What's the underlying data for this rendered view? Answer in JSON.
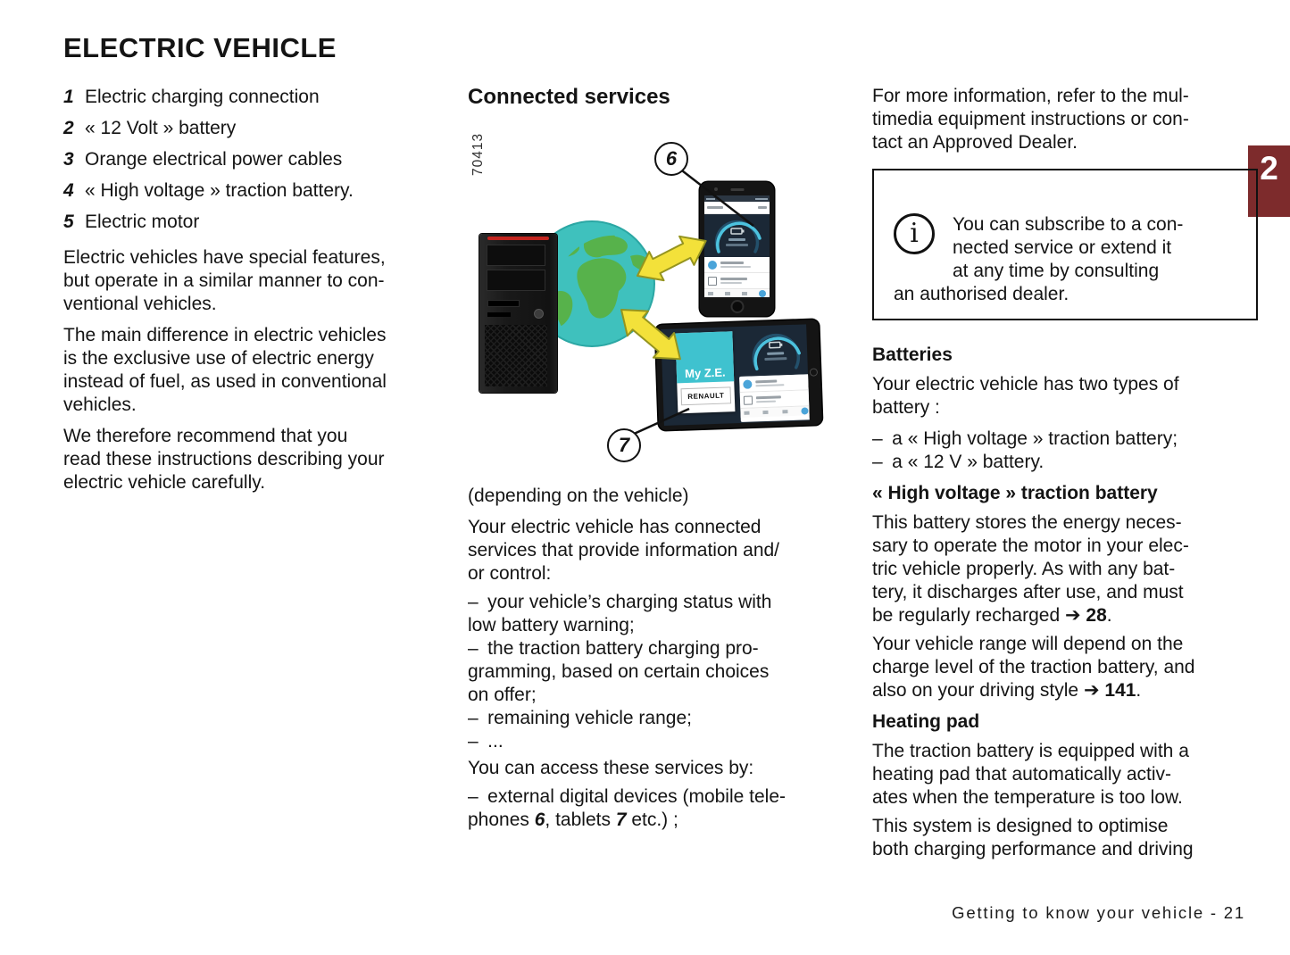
{
  "page": {
    "title": "ELECTRIC VEHICLE",
    "chapter_tab": "2",
    "footer": "Getting to know your vehicle - 21"
  },
  "colors": {
    "tab-red": "#7d2b2c",
    "ocean": "#3fc1bd",
    "land": "#57b24b",
    "arrow-yellow": "#f3e13a",
    "arrow-edge": "#95941f",
    "screen-navy": "#1b2836",
    "gauge-cyan": "#4cc2de",
    "card-teal": "#3fc2cf",
    "icon-blue": "#4aa4d9",
    "tower-red": "#c2251f"
  },
  "left": {
    "items": [
      {
        "num": "1",
        "text": "Electric charging connection"
      },
      {
        "num": "2",
        "text": "« 12 Volt » battery"
      },
      {
        "num": "3",
        "text": "Orange electrical power cables"
      },
      {
        "num": "4",
        "text": "« High voltage » traction battery."
      },
      {
        "num": "5",
        "text": "Electric motor"
      }
    ],
    "para1": "Electric vehicles have special features,\nbut operate in a similar manner to con-\nventional vehicles.",
    "para2": "The main difference in electric vehicles\nis the exclusive use of electric energy\ninstead of fuel, as used in conventional\nvehicles.",
    "para3": "We therefore recommend that you\nread these instructions describing your\nelectric vehicle carefully."
  },
  "middle": {
    "heading": "Connected services",
    "figure_number": "70413",
    "callout6": "6",
    "callout7": "7",
    "tablet_app_title": "My Z.E.",
    "tablet_brand": "RENAULT",
    "caption": "(depending on the vehicle)",
    "para1": "Your electric vehicle has connected\nservices that provide information and/\nor control:",
    "bullets": "– your vehicle’s charging status with\nlow battery warning;\n– the traction battery charging pro-\ngramming, based on certain choices\non offer;\n– remaining vehicle range;\n– ...",
    "para2": "You can access these services by:",
    "bullet2_pre": "– external digital devices (mobile tele-\nphones ",
    "bullet2_num1": "6",
    "bullet2_mid": ", tablets ",
    "bullet2_num2": "7",
    "bullet2_post": " etc.) ;"
  },
  "right": {
    "para1": "For more information, refer to the mul-\ntimedia equipment instructions or con-\ntact an Approved Dealer.",
    "info_icon_glyph": "i",
    "info_box": "You can subscribe to a con-\nnected service or extend it\nat any time by consulting\nan authorised dealer.",
    "batteries_heading": "Batteries",
    "batteries_intro": "Your electric vehicle has two types of\nbattery :",
    "batteries_list": "– a « High voltage » traction battery;\n– a « 12 V » battery.",
    "hv_heading": "« High voltage » traction battery",
    "hv_para": "This battery stores the energy neces-\nsary to operate the motor in your elec-\ntric vehicle properly. As with any bat-\ntery, it discharges after use, and must\nbe regularly recharged ",
    "hv_ref": "➔ 28",
    "hv_end": ".",
    "range_para": "Your vehicle range will depend on the\ncharge level of the traction battery, and\nalso on your driving style ",
    "range_ref": "➔ 141",
    "range_end": ".",
    "heating_heading": "Heating pad",
    "heating_para1": "The traction battery is equipped with a\nheating pad that automatically activ-\nates when the temperature is too low.",
    "heating_para2": "This system is designed to optimise\nboth charging performance and driving"
  }
}
